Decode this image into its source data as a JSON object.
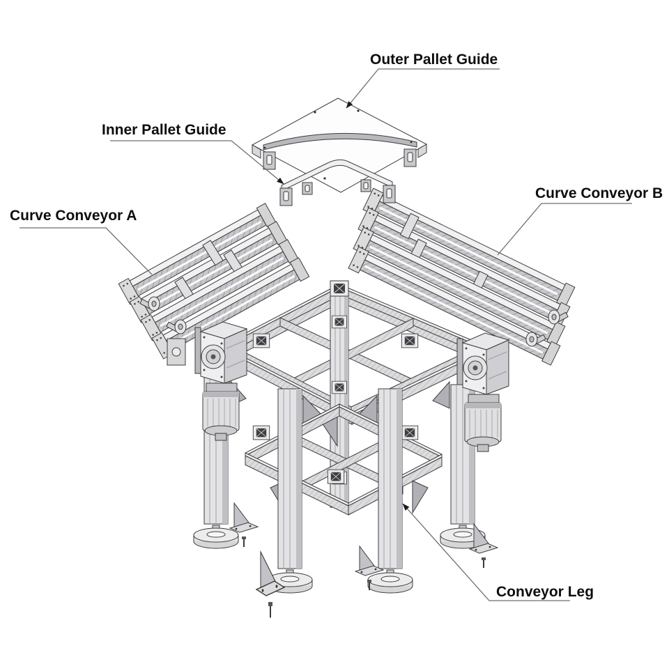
{
  "diagram": {
    "kind": "exploded-assembly-technical-drawing",
    "background_color": "#ffffff",
    "line_color": "#3c3c3c",
    "label_color": "#0d0d0d",
    "leader_color": "#6e6e6e",
    "labels": [
      {
        "id": "outer-pallet-guide",
        "text": "Outer Pallet Guide"
      },
      {
        "id": "inner-pallet-guide",
        "text": "Inner Pallet Guide"
      },
      {
        "id": "curve-conveyor-a",
        "text": "Curve Conveyor A"
      },
      {
        "id": "curve-conveyor-b",
        "text": "Curve Conveyor B"
      },
      {
        "id": "conveyor-leg",
        "text": "Conveyor Leg"
      }
    ]
  }
}
